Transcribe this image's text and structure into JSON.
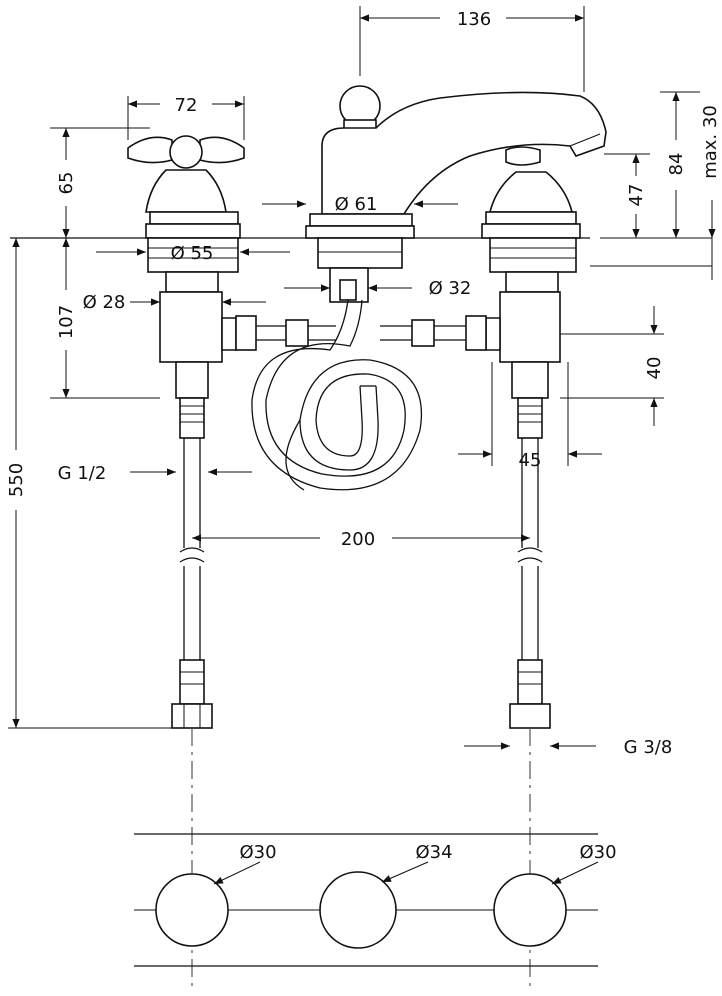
{
  "dimensions": {
    "spout_reach": "136",
    "handle_width": "72",
    "handle_height": "65",
    "spout_height": "84",
    "spout_max": "max. 30",
    "outlet_height": "47",
    "base_diameter_left": "Ø 55",
    "base_diameter_center": "Ø 61",
    "shank_diameter": "Ø 28",
    "center_shank_diameter": "Ø 32",
    "shank_length": "107",
    "total_length": "550",
    "valve_height": "40",
    "valve_width": "45",
    "inlet_thread": "G  1/2",
    "center_distance": "200",
    "outlet_thread": "G  3/8",
    "hole_left": "Ø30",
    "hole_center": "Ø34",
    "hole_right": "Ø30"
  }
}
